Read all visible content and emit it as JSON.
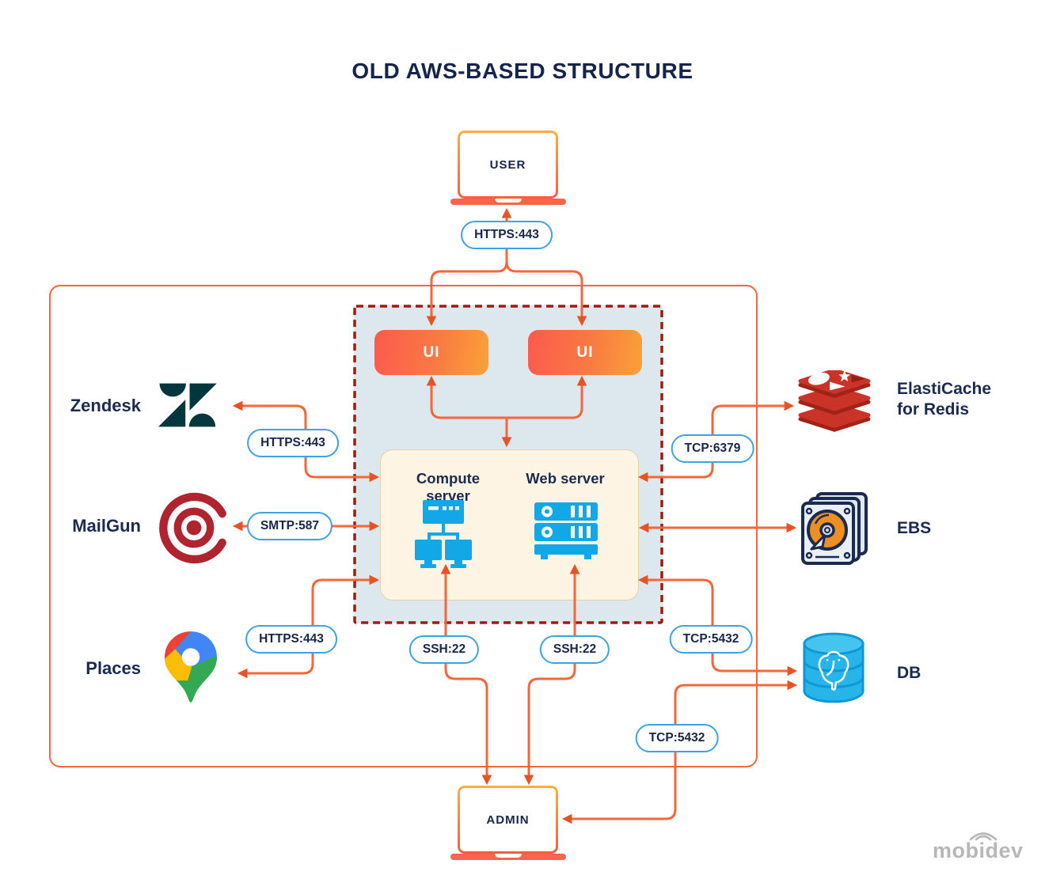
{
  "title": "OLD AWS-BASED STRUCTURE",
  "nodes": {
    "user": {
      "label": "USER"
    },
    "admin": {
      "label": "ADMIN"
    },
    "ui_left": {
      "label": "UI"
    },
    "ui_right": {
      "label": "UI"
    },
    "compute_server": {
      "label": "Compute server"
    },
    "web_server": {
      "label": "Web server"
    },
    "zendesk": {
      "label": "Zendesk"
    },
    "mailgun": {
      "label": "MailGun"
    },
    "places": {
      "label": "Places"
    },
    "elasticache": {
      "line1": "ElastiCache",
      "line2": "for Redis"
    },
    "ebs": {
      "label": "EBS"
    },
    "db": {
      "label": "DB"
    }
  },
  "ports": {
    "user_https": "HTTPS:443",
    "zendesk_https": "HTTPS:443",
    "mailgun_smtp": "SMTP:587",
    "places_https": "HTTPS:443",
    "redis_tcp": "TCP:6379",
    "db_tcp_upper": "TCP:5432",
    "db_tcp_lower": "TCP:5432",
    "ssh_compute": "SSH:22",
    "ssh_web": "SSH:22"
  },
  "watermark": "mobidev",
  "colors": {
    "navy_text": "#1b2a4f",
    "line_orange": "#f4673a",
    "arrow_orange": "#e85325",
    "pill_border": "#3ea2e2",
    "dashed_red": "#9e1b12",
    "aws_fill": "#dde7ee",
    "cream_fill": "#fdf4e3",
    "ui_gradient_start": "#fc5a4d",
    "ui_gradient_end": "#faa238",
    "blue_icon": "#12a8e8",
    "zendesk_teal": "#03363d",
    "mailgun_red": "#b0242f",
    "redis_red": "#c93328",
    "ebs_orange": "#ee8f22",
    "db_cyan": "#27b5e9",
    "watermark_gray": "#b7b7bb"
  }
}
